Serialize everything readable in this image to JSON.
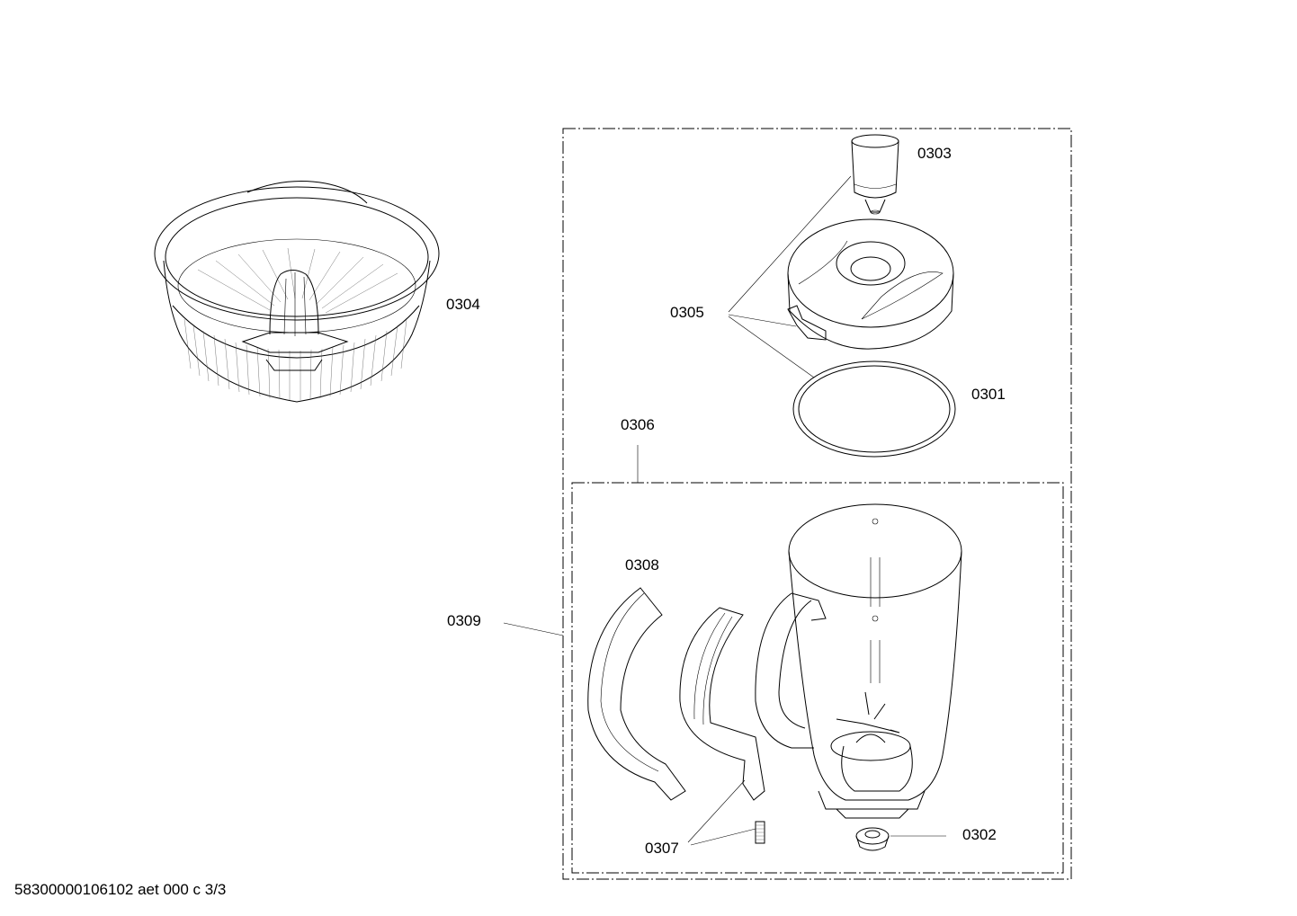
{
  "labels": {
    "p0301": "0301",
    "p0302": "0302",
    "p0303": "0303",
    "p0304": "0304",
    "p0305": "0305",
    "p0306": "0306",
    "p0307": "0307",
    "p0308": "0308",
    "p0309": "0309"
  },
  "footer": "58300000106102 aet 000 c 3/3"
}
